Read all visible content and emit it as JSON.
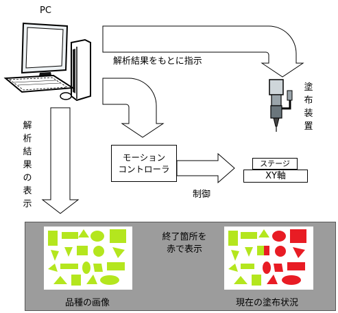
{
  "labels": {
    "pc": "PC",
    "instruct": "解析結果をもとに指示",
    "dispenser": "塗布装置",
    "display_results": "解析結果の表示",
    "motion_controller": "モーション\nコントローラ",
    "control": "制御",
    "stage": "ステージ",
    "xy_axis": "XY軸",
    "red_note": "終了箇所を\n赤で表示",
    "product_image": "品種の画像",
    "current_status": "現在の塗布状況"
  },
  "colors": {
    "shape_green": "#b4e61e",
    "shape_red": "#e81c24",
    "panel_gray": "#9c9c9c",
    "outline": "#000000"
  },
  "icons": [
    "computer-icon",
    "dispenser-icon"
  ]
}
